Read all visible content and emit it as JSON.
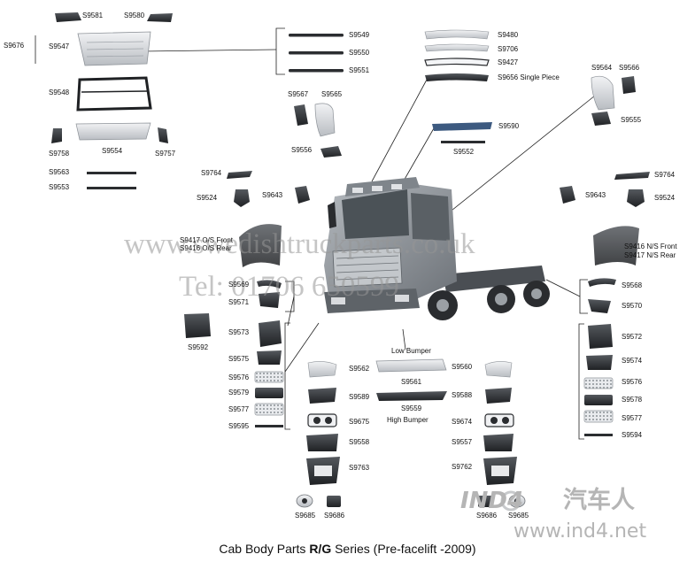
{
  "caption": {
    "pre": "Cab Body Parts ",
    "bold": "R/G",
    "post": " Series (Pre-facelift -2009)"
  },
  "watermarks": {
    "site": "www.swedishtruckparts.co.uk",
    "tel": "Tel: 01706 650599",
    "logo_text": "IND4",
    "logo_cn": "汽车人",
    "logo_url": "www.ind4.net"
  },
  "labels": {
    "S9581": "S9581",
    "S9580": "S9580",
    "S9676": "S9676",
    "S9547": "S9547",
    "S9548": "S9548",
    "S9758": "S9758",
    "S9554": "S9554",
    "S9757": "S9757",
    "S9563": "S9563",
    "S9553": "S9553",
    "S9549": "S9549",
    "S9550": "S9550",
    "S9551": "S9551",
    "S9480": "S9480",
    "S9706": "S9706",
    "S9427": "S9427",
    "S9656": "S9656 Single Piece",
    "S9567": "S9567",
    "S9565": "S9565",
    "S9556": "S9556",
    "S9564": "S9564",
    "S9566": "S9566",
    "S9555": "S9555",
    "S9590": "S9590",
    "S9552": "S9552",
    "S9764L": "S9764",
    "S9524L": "S9524",
    "S9643L": "S9643",
    "S9764R": "S9764",
    "S9643R": "S9643",
    "S9524R": "S9524",
    "S9417L": "S9417 O/S Front",
    "S9416L": "S9416 O/S Rear",
    "S9416R": "S9416 N/S Front",
    "S9417R": "S9417 N/S Rear",
    "S9569": "S9569",
    "S9571": "S9571",
    "S9568": "S9568",
    "S9570": "S9570",
    "S9592": "S9592",
    "S9573": "S9573",
    "S9575": "S9575",
    "S9576L": "S9576",
    "S9579": "S9579",
    "S9577L": "S9577",
    "S9595": "S9595",
    "S9572": "S9572",
    "S9574": "S9574",
    "S9576R": "S9576",
    "S9578": "S9578",
    "S9577R": "S9577",
    "S9594": "S9594",
    "lowBumper": "Low Bumper",
    "S9562": "S9562",
    "S9561": "S9561",
    "S9560": "S9560",
    "S9589": "S9589",
    "S9559": "S9559",
    "S9588": "S9588",
    "highBumper": "High Bumper",
    "S9675": "S9675",
    "S9674": "S9674",
    "S9558": "S9558",
    "S9557": "S9557",
    "S9763": "S9763",
    "S9762": "S9762",
    "S9685L": "S9685",
    "S9686L": "S9686",
    "S9686R": "S9686",
    "S9685R": "S9685"
  },
  "colors": {
    "part_light": "#dcdfe3",
    "part_mid": "#9aa0a6",
    "part_dark": "#2e3033",
    "truck_body": "#8f959b",
    "leader": "#222222",
    "accent_blue": "#3d5a80"
  }
}
